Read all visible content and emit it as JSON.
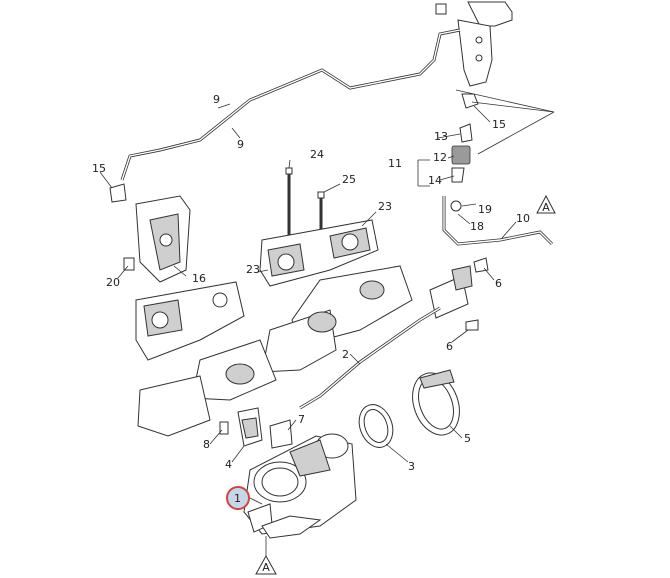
{
  "labels": {
    "l1": "1",
    "l2": "2",
    "l3": "3",
    "l4": "4",
    "l5": "5",
    "l6a": "6",
    "l6b": "6",
    "l7": "7",
    "l8": "8",
    "l9a": "9",
    "l9b": "9",
    "l10": "10",
    "l11": "11",
    "l12": "12",
    "l13": "13",
    "l14": "14",
    "l15a": "15",
    "l15b": "15",
    "l16": "16",
    "l18": "18",
    "l19": "19",
    "l20": "20",
    "l23a": "23",
    "l23b": "23",
    "l24": "24",
    "l25": "25",
    "refA_top": "A",
    "refA_bottom": "A"
  },
  "colors": {
    "highlight": "#d0453c",
    "highlight_fill": "#c8d6ea"
  }
}
